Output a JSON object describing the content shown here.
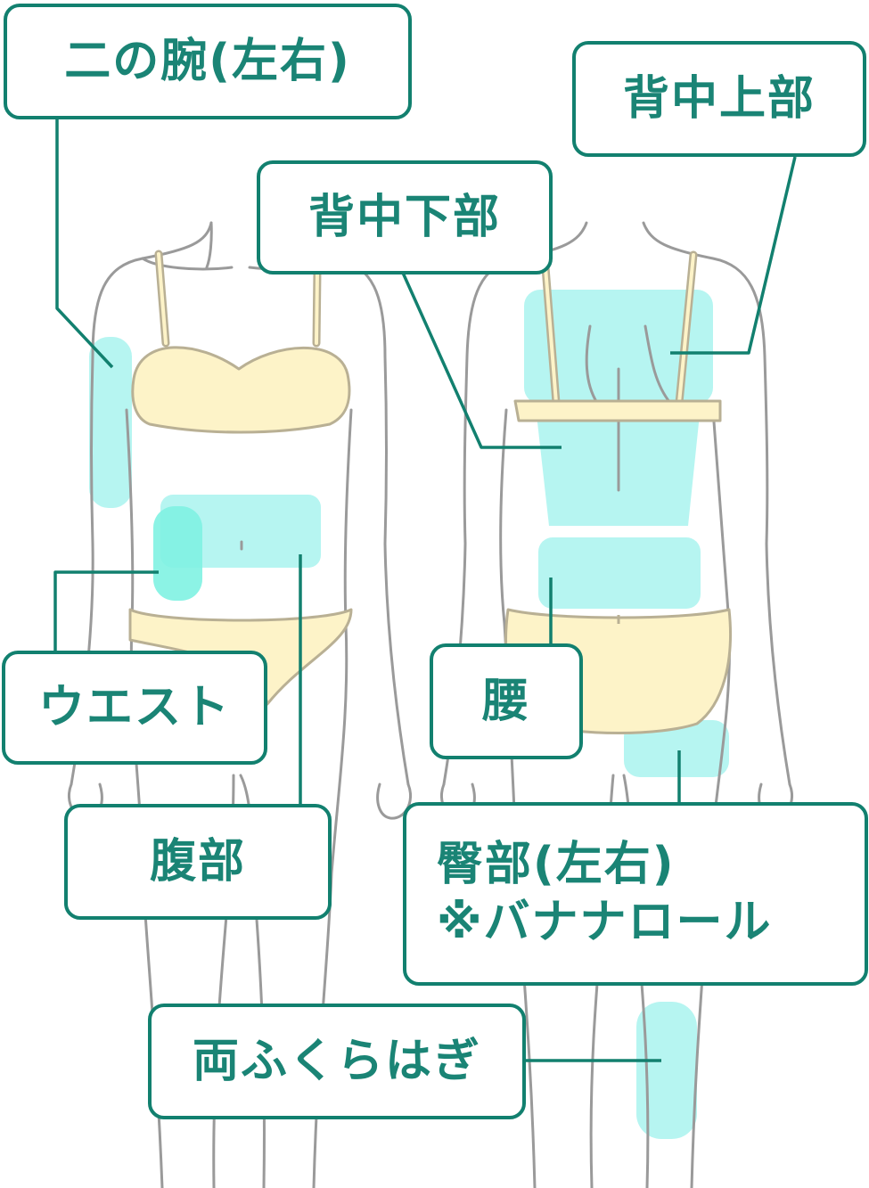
{
  "colors": {
    "outline": "#9a9a9a",
    "underwear_fill": "#fdf3c8",
    "underwear_stroke": "#b9b094",
    "area_fill": "#a9f3ef",
    "area_fill_strong": "#7ff2e2",
    "label_border": "#12806f",
    "label_text": "#1a8475",
    "leader_line": "#12806f"
  },
  "labels": {
    "upper_arm": "二の腕(左右)",
    "upper_back": "背中上部",
    "lower_back": "背中下部",
    "waist": "ウエスト",
    "lower_back_hips": "腰",
    "abdomen": "腹部",
    "buttocks_line1": "臀部(左右)",
    "buttocks_line2": "※バナナロール",
    "calves": "両ふくらはぎ"
  }
}
